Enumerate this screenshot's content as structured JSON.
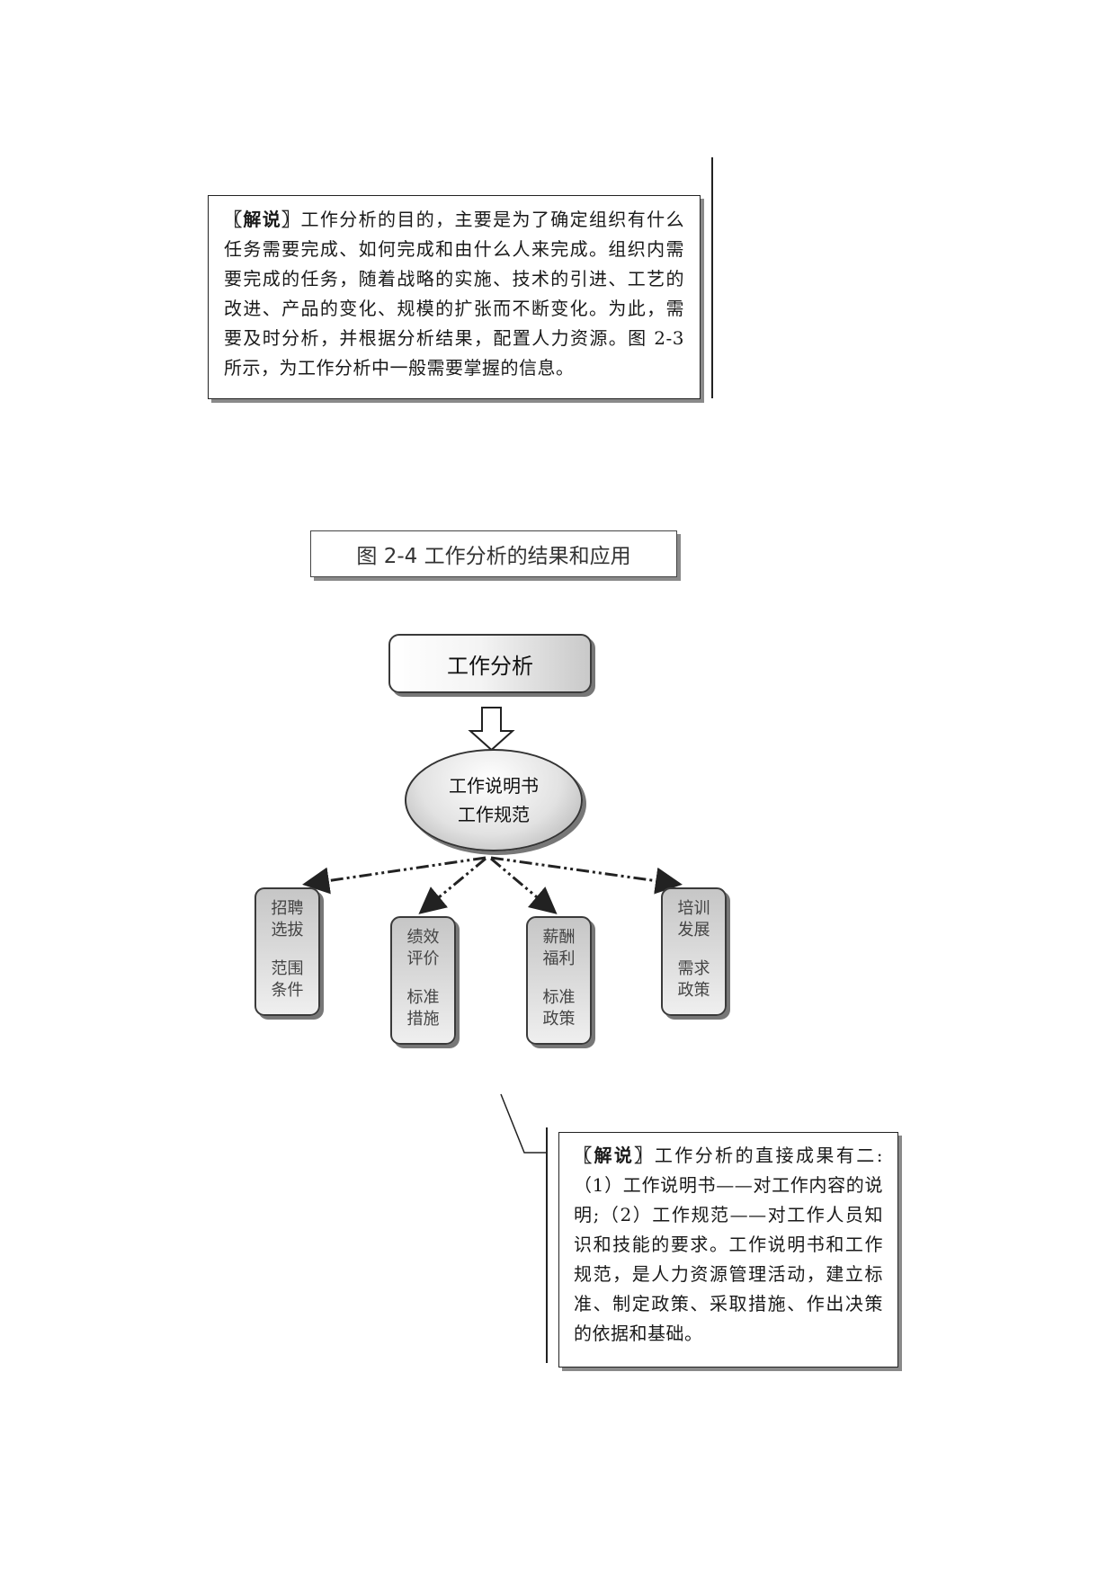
{
  "note1": {
    "tag": "〖解说〗",
    "text": "工作分析的目的，主要是为了确定组织有什么任务需要完成、如何完成和由什么人来完成。组织内需要完成的任务，随着战略的实施、技术的引进、工艺的改进、产品的变化、规模的扩张而不断变化。为此，需要及时分析，并根据分析结果，配置人力资源。图 2-3 所示，为工作分析中一般需要掌握的信息。"
  },
  "caption": "图 2-4   工作分析的结果和应用",
  "diagram": {
    "root": "工作分析",
    "center_line1": "工作说明书",
    "center_line2": "工作规范",
    "leaves": [
      {
        "line1": "招聘",
        "line2": "选拔",
        "line3": "范围",
        "line4": "条件"
      },
      {
        "line1": "绩效",
        "line2": "评价",
        "line3": "标准",
        "line4": "措施"
      },
      {
        "line1": "薪酬",
        "line2": "福利",
        "line3": "标准",
        "line4": "政策"
      },
      {
        "line1": "培训",
        "line2": "发展",
        "line3": "需求",
        "line4": "政策"
      }
    ]
  },
  "note2": {
    "tag": "〖解说〗",
    "text": "工作分析的直接成果有二:（1）工作说明书——对工作内容的说明;（2）工作规范——对工作人员知识和技能的要求。工作说明书和工作规范，是人力资源管理活动，建立标准、制定政策、采取措施、作出决策的依据和基础。"
  }
}
